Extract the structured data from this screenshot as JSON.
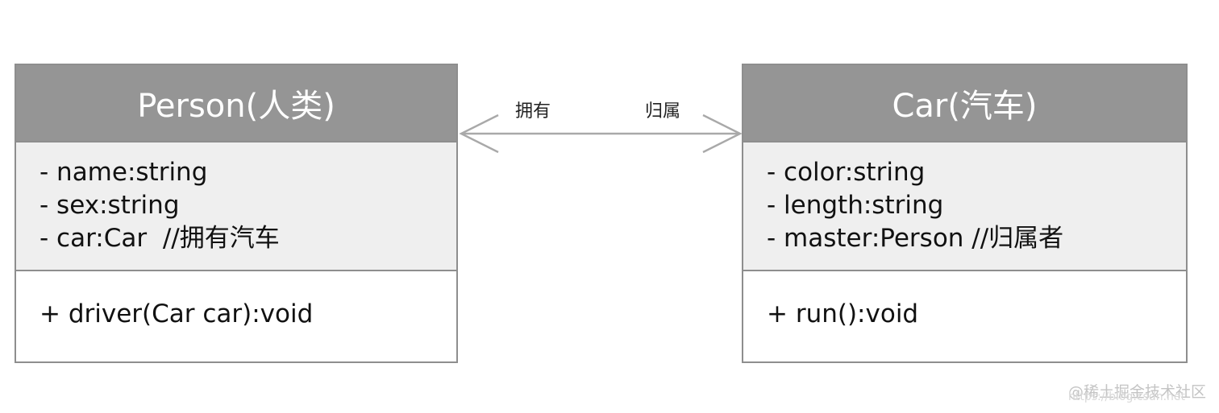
{
  "diagram": {
    "classes": {
      "person": {
        "name": "Person(人类)",
        "attributes": [
          "- name:string",
          "- sex:string",
          "- car:Car  //拥有汽车"
        ],
        "methods": [
          "+ driver(Car car):void"
        ]
      },
      "car": {
        "name": "Car(汽车)",
        "attributes": [
          "- color:string",
          "- length:string",
          "- master:Person //归属者"
        ],
        "methods": [
          "+ run():void"
        ]
      }
    },
    "association": {
      "left_label": "拥有",
      "right_label": "归属",
      "line_color": "#a9a9a9"
    },
    "colors": {
      "header_fill": "#959595",
      "attribute_fill": "#efefef",
      "border": "#8e8e8e"
    }
  },
  "watermark": {
    "text": "@稀土掘金技术社区",
    "url_fragment": "https://blog.csdn.net"
  }
}
